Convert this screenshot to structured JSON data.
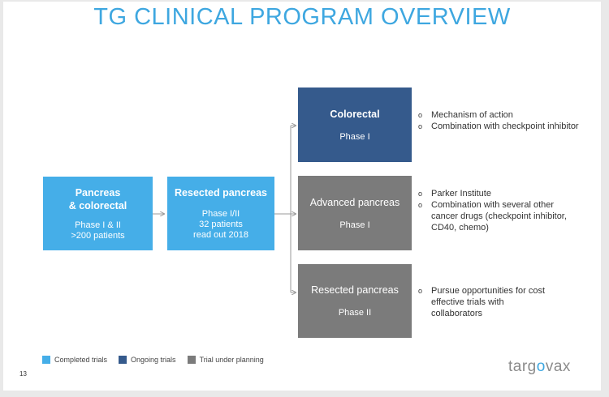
{
  "title": "TG CLINICAL PROGRAM OVERVIEW",
  "boxes": {
    "pancreas": {
      "head": "Pancreas\n& colorectal",
      "sub": "Phase I & II\n>200 patients"
    },
    "resected1": {
      "head": "Resected pancreas",
      "sub": "Phase I/II\n32 patients\nread out 2018"
    },
    "colorectal": {
      "head": "Colorectal",
      "sub": "Phase I"
    },
    "advanced": {
      "head": "Advanced pancreas",
      "sub": "Phase I"
    },
    "resected2": {
      "head": "Resected pancreas",
      "sub": "Phase II"
    }
  },
  "bullets": {
    "colorectal": [
      "Mechanism of action",
      "Combination with checkpoint inhibitor"
    ],
    "advanced": [
      "Parker Institute",
      "Combination with several other cancer drugs (checkpoint inhibitor, CD40, chemo)"
    ],
    "resected2": [
      "Pursue opportunities for cost effective trials with collaborators"
    ]
  },
  "bullet_marker": "o",
  "legend": [
    {
      "label": "Completed trials",
      "color": "#45aee8"
    },
    {
      "label": "Ongoing trials",
      "color": "#355a8c"
    },
    {
      "label": "Trial under planning",
      "color": "#7b7b7b"
    }
  ],
  "page_number": "13",
  "logo": {
    "pre": "targ",
    "accent": "o",
    "post": "vax"
  },
  "colors": {
    "title": "#3ea7e0",
    "completed": "#45aee8",
    "ongoing": "#355a8c",
    "planning": "#7b7b7b"
  }
}
